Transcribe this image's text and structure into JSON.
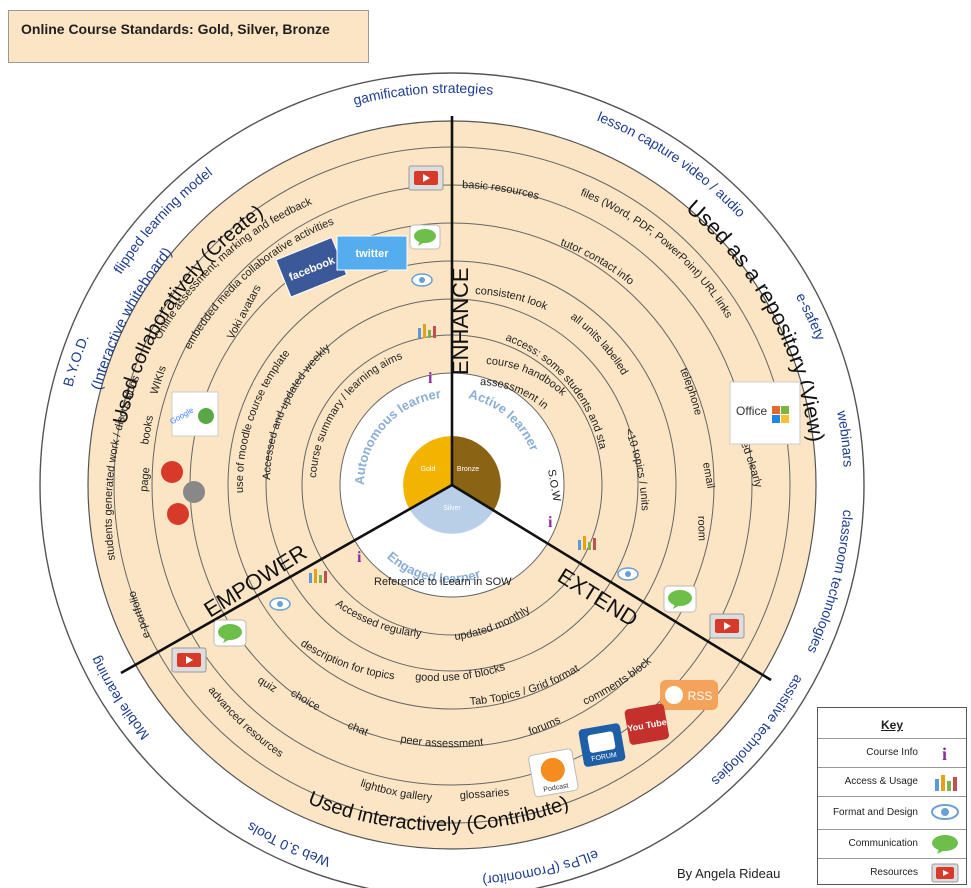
{
  "title": "Online Course Standards: Gold, Silver, Bronze",
  "credit": "By Angela Rideau",
  "colors": {
    "fill": "#fbe5c4",
    "gold": "#f2b400",
    "bronze": "#8a6414",
    "silver": "#b9cfe8",
    "outer_text": "#1d3d8f",
    "learner_text": "#8aaed6",
    "resource_red": "#d83a2a"
  },
  "center": {
    "gold": "Gold",
    "bronze": "Bronze",
    "silver": "Silver"
  },
  "learners": {
    "autonomous": "Autonomous learner",
    "active": "Active learner",
    "engaged": "Engaged learner"
  },
  "sector_labels": {
    "enhance": "ENHANCE",
    "extend": "EXTEND",
    "empower": "EMPOWER"
  },
  "usage_labels": {
    "create": "Used collaboratively (Create)",
    "whiteboard": "(Interactive whiteboard)",
    "view": "Used as a repository (View)",
    "contribute": "Used interactively (Contribute)"
  },
  "outer_ring": {
    "assistive": "assistive technologies",
    "eilps": "eILPs (Promonitor)",
    "web3": "Web 3.0 Tools",
    "mobile": "Mobile learning",
    "byod": "B.Y.O.D.",
    "flipped": "flipped learning model",
    "gamification": "gamification strategies",
    "lesson_capture": "lesson capture video / audio",
    "esafety": "e-safety",
    "webinars": "webinars",
    "classroom": "classroom technologies"
  },
  "enhance_items": {
    "basic": "basic resources",
    "files": "files (Word, PDF, PowerPoint) URL links",
    "tutor": "tutor contact info",
    "consistent": "consistent look",
    "units": "all units labelled",
    "access": "access: some students and staff",
    "handbook": "course handbook",
    "assessment": "assessment info",
    "sow": "S.O.W",
    "topics": "<10 topics / units",
    "telephone": "telephone",
    "email": "email",
    "room": "room",
    "labelled": "labelled clearly"
  },
  "create_items": {
    "online_assessment": "Online assessment, marking and feedback",
    "embedded": "embedded media collaborative activities",
    "voki": "Voki avatars",
    "accessed_weekly": "Accessed and updated weekly",
    "summary": "course summary / learning aims",
    "template": "use of moodle course template",
    "students": "students generated work / discussions",
    "wikis": "WIKIs",
    "books": "books",
    "page": "page",
    "eportfolio": "e-portfolio"
  },
  "extend_items": {
    "reference": "Reference to iLearn in SOW",
    "accessed_regularly": "Accessed regularly",
    "updated_monthly": "updated monthly",
    "description": "description for topics",
    "blocks": "good use of blocks",
    "tab_topics": "Tab Topics / Grid format",
    "comments": "comments block",
    "quiz": "quiz",
    "choice": "choice",
    "chat": "chat",
    "peer": "peer assessment",
    "forums": "forums",
    "advanced": "advanced resources",
    "lightbox": "lightbox gallery",
    "glossaries": "glossaries"
  },
  "logos": {
    "facebook": "facebook",
    "twitter": "twitter",
    "office": "Office",
    "youtube": "You Tube",
    "rss": "RSS",
    "forum": "FORUM",
    "podcast": "Podcast",
    "google": "Google"
  },
  "key": {
    "title": "Key",
    "rows": [
      {
        "label": "Course Info",
        "icon": "info-icon"
      },
      {
        "label": "Access & Usage",
        "icon": "bar-chart-icon"
      },
      {
        "label": "Format and Design",
        "icon": "eye-icon"
      },
      {
        "label": "Communication",
        "icon": "speech-bubble-icon"
      },
      {
        "label": "Resources",
        "icon": "play-button-icon"
      }
    ]
  }
}
